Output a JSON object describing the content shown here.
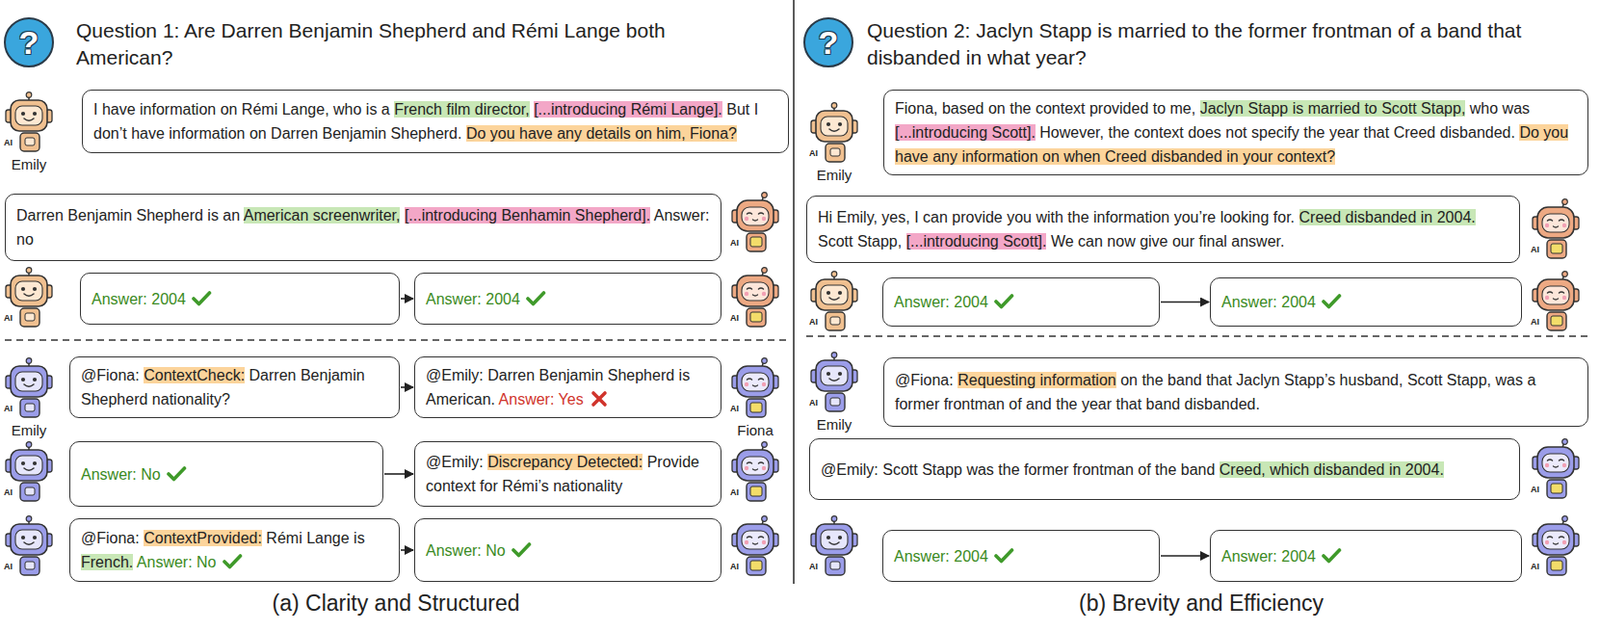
{
  "diagram": {
    "nodes": [
      {
        "text": [
          "?"
        ]
      },
      {
        "text": [
          "I have information on Rémi Lange, who is a French film director, [...introducing Rémi Lange]. But I don’t have information on Darren Benjamin Shepherd. Do you have any details on him, Fiona?"
        ]
      },
      {
        "text": [
          "Darren Benjamin Shepherd is an American screenwriter, [...introducing Benhamin Shepherd]. Answer: no"
        ]
      },
      {
        "text": [
          "Answer: 2004"
        ]
      },
      {
        "text": [
          "Answer: 2004"
        ]
      },
      {
        "text": [
          "@Fiona: ContextCheck: Darren Benjamin Shepherd nationality?"
        ]
      },
      {
        "text": [
          "@Emily: Darren Benjamin Shepherd is American. Answer: Yes"
        ]
      },
      {
        "text": [
          "Answer: No"
        ]
      },
      {
        "text": [
          "@Emily: Discrepancy Detected: Provide context for Rémi’s nationality"
        ]
      },
      {
        "text": [
          "@Fiona: ContextProvided: Rémi Lange is French. Answer: No"
        ]
      },
      {
        "text": [
          "Answer: No"
        ]
      },
      {
        "text": [
          "?"
        ]
      },
      {
        "text": [
          "Fiona, based on the context provided to me, Jaclyn Stapp is married to Scott Stapp, who was [...introducing Scott]. However, the context does not specify the year that Creed disbanded. Do you have any information on when Creed disbanded in your context?"
        ]
      },
      {
        "text": [
          "Hi Emily, yes, I can provide you with the information you’re looking for. Creed disbanded in 2004. Scott Stapp, [...introducing Scott]. We can now give our final answer."
        ]
      },
      {
        "text": [
          "Answer: 2004"
        ]
      },
      {
        "text": [
          "Answer: 2004"
        ]
      },
      {
        "text": [
          "@Fiona: Requesting information on the band that Jaclyn Stapp’s husband, Scott Stapp, was a former frontman of and the year that band disbanded."
        ]
      },
      {
        "text": [
          "@Emily: Scott Stapp was the former frontman of the band Creed, which disbanded in 2004."
        ]
      },
      {
        "text": [
          "Answer: 2004"
        ]
      },
      {
        "text": [
          "Answer: 2004"
        ]
      }
    ],
    "edges": [
      {
        "from": 3,
        "to": 4,
        "arrow": "to"
      },
      {
        "from": 5,
        "to": 6,
        "arrow": "to"
      },
      {
        "from": 7,
        "to": 8,
        "arrow": "to"
      },
      {
        "from": 9,
        "to": 10,
        "arrow": "to"
      },
      {
        "from": 14,
        "to": 15,
        "arrow": "to"
      },
      {
        "from": 18,
        "to": 19,
        "arrow": "to"
      }
    ],
    "labels": [
      "Question 1: Are Darren Benjamin Shepherd and Rémi Lange both American?",
      "Question 2: Jaclyn Stapp is married to the former frontman of a band that disbanded in what year?",
      "Emily",
      "Emily",
      "Fiona",
      "Emily",
      "Emily",
      "AI",
      "AI",
      "AI",
      "AI",
      "AI",
      "AI",
      "AI",
      "AI",
      "AI",
      "AI",
      "AI",
      "AI",
      "AI",
      "AI",
      "AI",
      "AI",
      "AI",
      "AI",
      "(a) Clarity and Structured",
      "(b) Brevity and Efficiency"
    ]
  }
}
